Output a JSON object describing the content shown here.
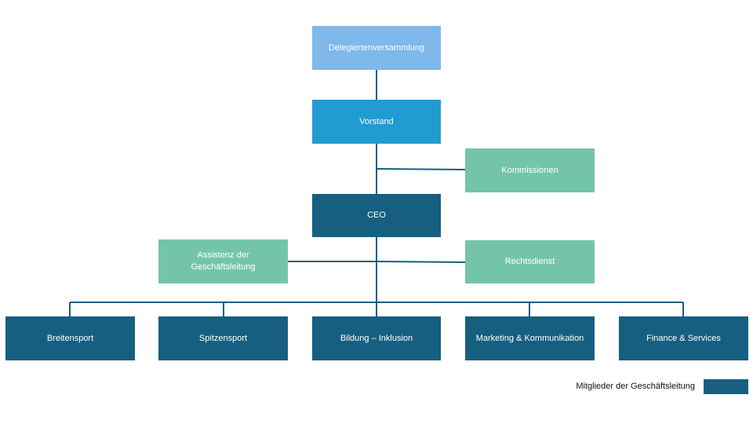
{
  "nodes": {
    "delegiertenversammlung": "Delegiertenversammlung",
    "vorstand": "Vorstand",
    "kommissionen": "Kommissionen",
    "ceo": "CEO",
    "assistenz": "Assistenz der Geschäftsleitung",
    "rechtsdienst": "Rechtsdienst",
    "breitensport": "Breitensport",
    "spitzensport": "Spitzensport",
    "bildung": "Bildung – Inklusion",
    "marketing": "Marketing & Kommunikation",
    "finance": "Finance & Services"
  },
  "legend": {
    "label": "Mitglieder der Geschäftsleitung",
    "color": "#175f80"
  },
  "colors": {
    "assembly": "#7fb8ea",
    "board": "#229bd2",
    "management": "#175f80",
    "staff": "#74c5a7",
    "connector": "#175f80"
  }
}
